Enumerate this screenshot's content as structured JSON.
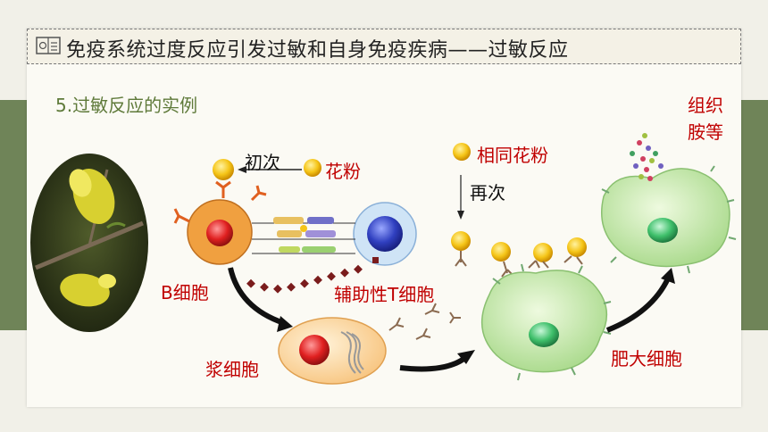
{
  "header": {
    "title": "免疫系统过度反应引发过敏和自身免疫疾病——过敏反应"
  },
  "section": {
    "subtitle": "5.过敏反应的实例"
  },
  "labels": {
    "first_time": "初次",
    "pollen": "花粉",
    "same_pollen": "相同花粉",
    "again": "再次",
    "histamine_line1": "组织",
    "histamine_line2": "胺等",
    "b_cell": "B细胞",
    "helper_t_cell": "辅助性T细胞",
    "plasma_cell": "浆细胞",
    "mast_cell": "肥大细胞"
  },
  "colors": {
    "band": "#6f8458",
    "label_red": "#c00000",
    "subtitle_green": "#5f7a3a",
    "b_cell": "#f0a040",
    "t_cell": "#cfe4f6",
    "mast_cell": "#c8eba8",
    "pollen": "#f5c518"
  }
}
